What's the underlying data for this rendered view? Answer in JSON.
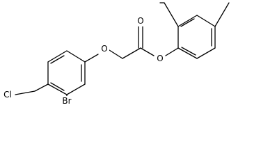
{
  "molecule": {
    "atom_labels": {
      "ether_oxygen": "O",
      "carbonyl_oxygen": "O",
      "ester_oxygen": "O",
      "bromine": "Br",
      "chlorine": "Cl"
    },
    "bond_color": "#000000",
    "background_color": "#ffffff"
  }
}
